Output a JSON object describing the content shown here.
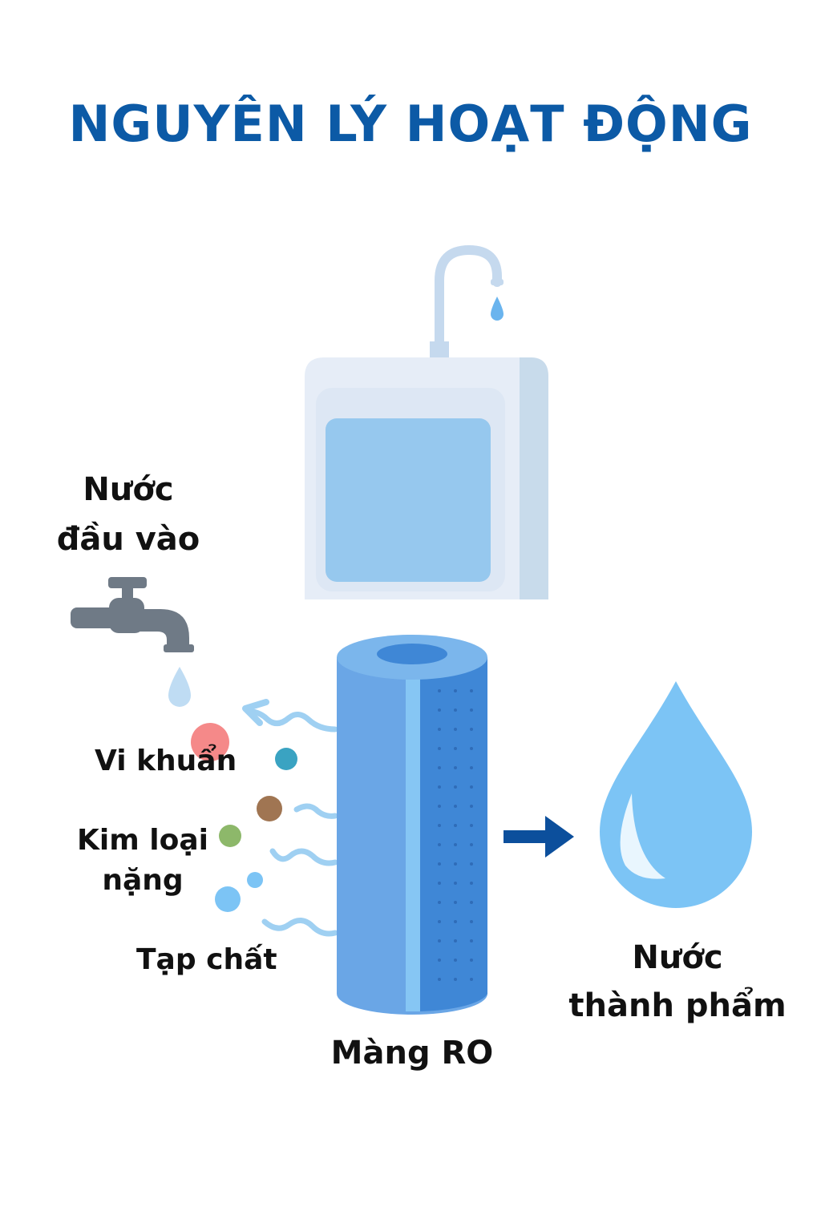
{
  "title": "NGUYÊN LÝ HOẠT ĐỘNG",
  "labels": {
    "input_water_line1": "Nước",
    "input_water_line2": "đầu vào",
    "bacteria": "Vi khuẩn",
    "heavy_metals_line1": "Kim loại",
    "heavy_metals_line2": "nặng",
    "impurities": "Tạp chất",
    "ro_membrane": "Màng RO",
    "output_water_line1": "Nước",
    "output_water_line2": "thành phẩm"
  },
  "icons": [
    "purifier-icon",
    "faucet-icon",
    "water-drop-icon",
    "ro-membrane-icon",
    "arrow-right-icon"
  ],
  "colors": {
    "title": "#0c5aa6",
    "membrane": "#5aa0e6",
    "drop": "#7cc4f5",
    "arrow": "#0c4f9c",
    "tap": "#6f7a86",
    "bacteria_particle": "#f47c7c",
    "teal_particle": "#3aa3c2",
    "brown_particle": "#a07552",
    "green_particle": "#8db86a",
    "blue_particle": "#7cc4f5"
  }
}
